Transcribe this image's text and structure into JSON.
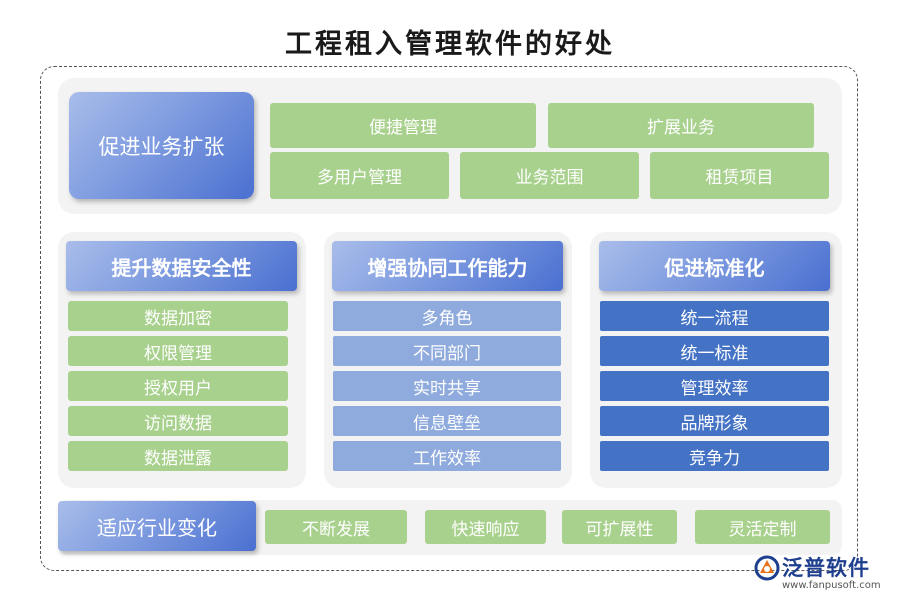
{
  "title": "工程租入管理软件的好处",
  "row1": {
    "heading": "促进业务扩张",
    "items": [
      "便捷管理",
      "扩展业务",
      "多用户管理",
      "业务范围",
      "租赁项目"
    ]
  },
  "col1": {
    "heading": "提升数据安全性",
    "items": [
      "数据加密",
      "权限管理",
      "授权用户",
      "访问数据",
      "数据泄露"
    ]
  },
  "col2": {
    "heading": "增强协同工作能力",
    "items": [
      "多角色",
      "不同部门",
      "实时共享",
      "信息壁垒",
      "工作效率"
    ]
  },
  "col3": {
    "heading": "促进标准化",
    "items": [
      "统一流程",
      "统一标准",
      "管理效率",
      "品牌形象",
      "竞争力"
    ]
  },
  "row3": {
    "heading": "适应行业变化",
    "items": [
      "不断发展",
      "快速响应",
      "可扩展性",
      "灵活定制"
    ]
  },
  "logo": {
    "name": "泛普软件",
    "url": "www.fanpusoft.com"
  },
  "colors": {
    "green": "#a9d18e",
    "light_blue": "#8faadc",
    "dark_blue": "#4472c4",
    "panel": "#f3f3f3"
  }
}
